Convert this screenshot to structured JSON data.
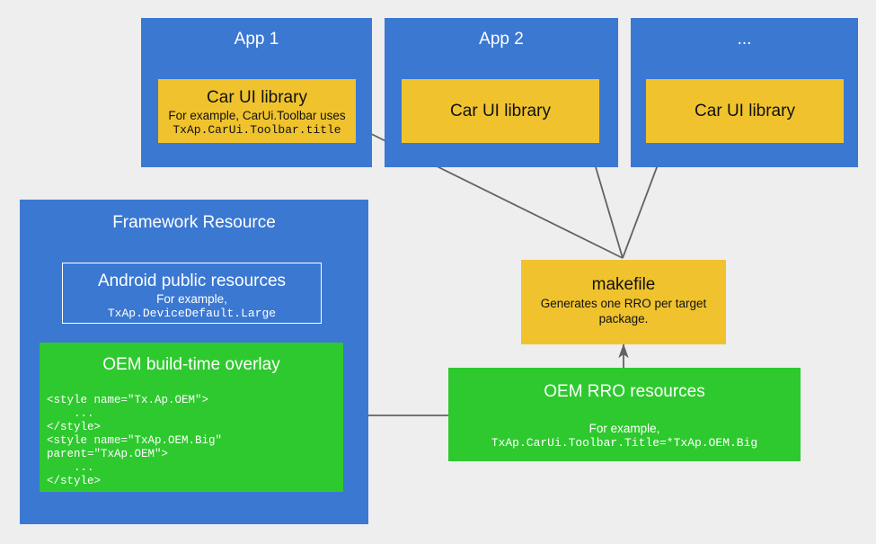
{
  "diagram": {
    "title": "Car UI library resource overlay flow",
    "background_color": "#eeeeee",
    "colors": {
      "blue": "#3b78d2",
      "yellow": "#f0c32e",
      "green": "#2ec92e",
      "arrow": "#5f6368",
      "white": "#ffffff",
      "dark_text": "#111111"
    }
  },
  "apps": [
    {
      "name": "App 1",
      "library_title": "Car UI library",
      "library_subtitle": "For example, CarUi.Toolbar uses",
      "library_code": "TxAp.CarUi.Toolbar.title"
    },
    {
      "name": "App 2",
      "library_title": "Car UI library",
      "library_subtitle": "",
      "library_code": ""
    },
    {
      "name": "...",
      "library_title": "Car UI library",
      "library_subtitle": "",
      "library_code": ""
    }
  ],
  "framework": {
    "title": "Framework Resource",
    "public_resources": {
      "title": "Android public resources",
      "subtitle": "For example,",
      "code": "TxAp.DeviceDefault.Large"
    },
    "build_overlay": {
      "title": "OEM build-time overlay",
      "code": "<style name=\"Tx.Ap.OEM\">\n    ...\n</style>\n<style name=\"TxAp.OEM.Big\"\nparent=\"TxAp.OEM\">\n    ...\n</style>"
    }
  },
  "makefile": {
    "title": "makefile",
    "subtitle": "Generates one RRO per target package."
  },
  "rro": {
    "title": "OEM RRO resources",
    "subtitle": "For example,",
    "code": "TxAp.CarUi.Toolbar.Title=*TxAp.OEM.Big"
  },
  "arrows": [
    {
      "name": "makefile-to-app1",
      "from": "makefile",
      "to": "App 1 Car UI library"
    },
    {
      "name": "makefile-to-app2",
      "from": "makefile",
      "to": "App 2 Car UI library"
    },
    {
      "name": "makefile-to-app3",
      "from": "makefile",
      "to": "... Car UI library"
    },
    {
      "name": "rro-to-makefile",
      "from": "OEM RRO resources",
      "to": "makefile"
    },
    {
      "name": "rro-to-build-overlay",
      "from": "OEM RRO resources",
      "to": "OEM build-time overlay"
    }
  ]
}
